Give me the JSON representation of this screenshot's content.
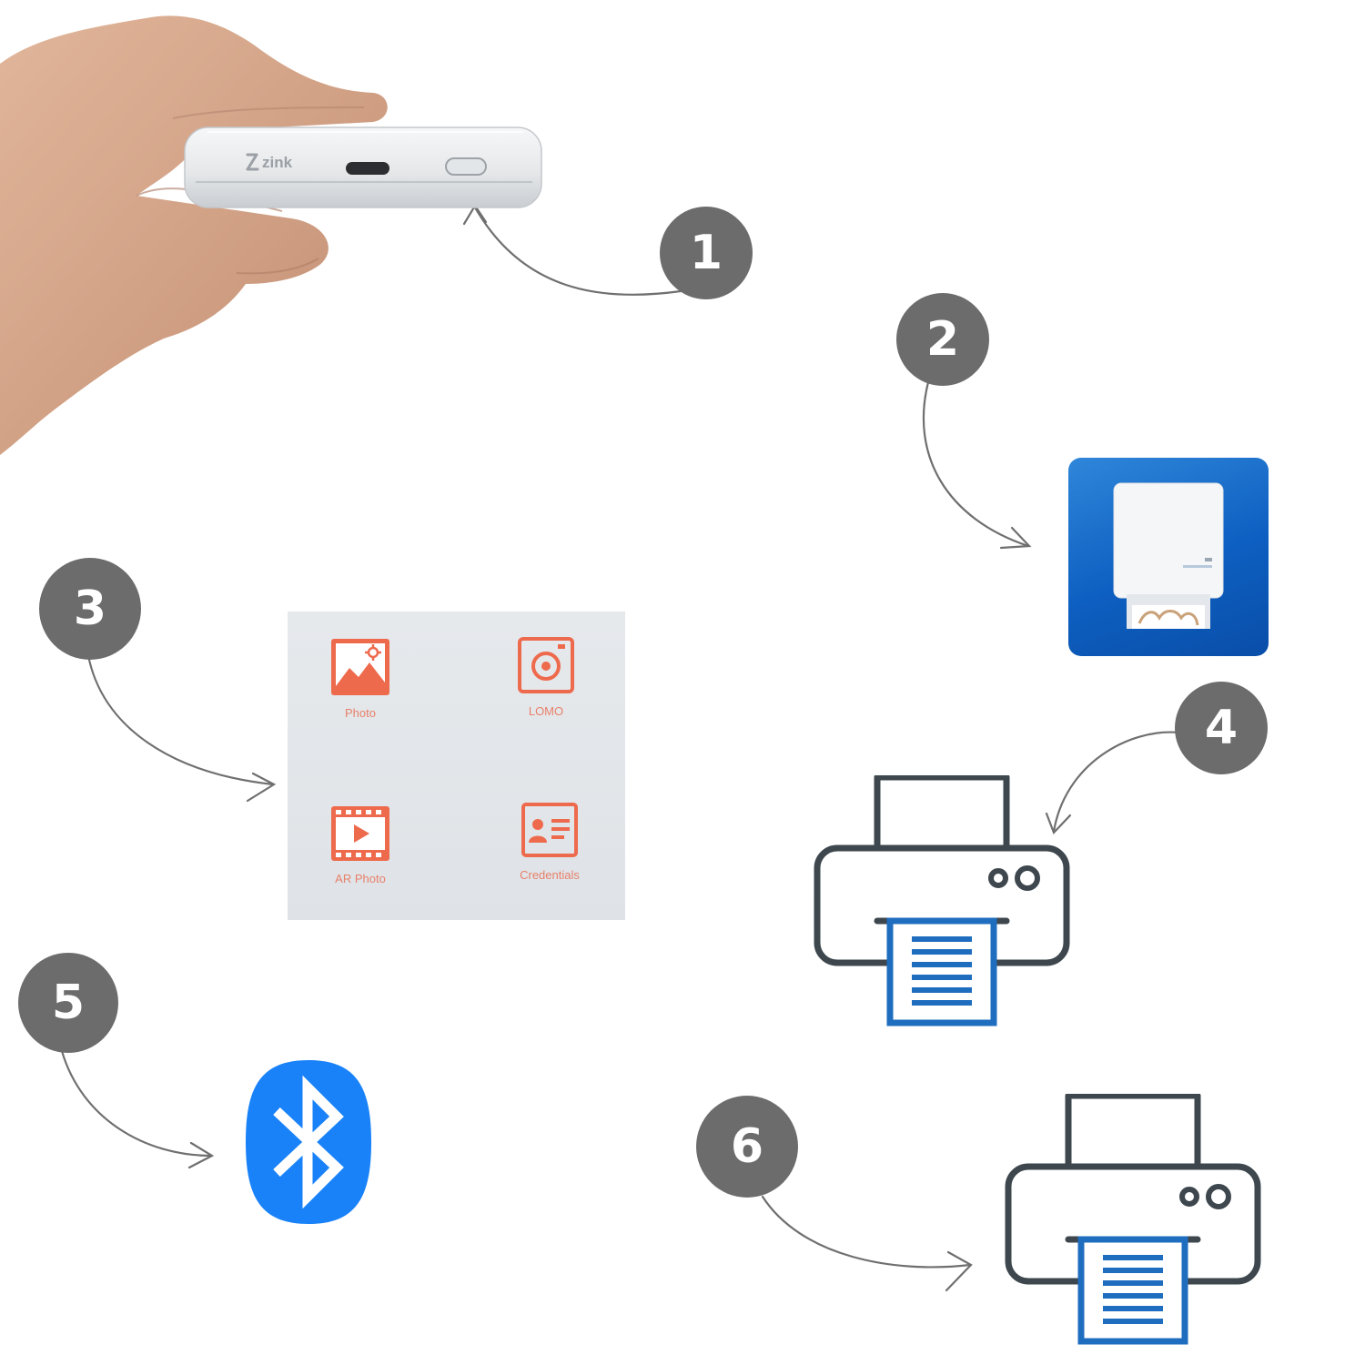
{
  "steps": [
    "1",
    "2",
    "3",
    "4",
    "5",
    "6"
  ],
  "device": {
    "brand": "zink"
  },
  "app_menu": {
    "items": [
      {
        "label": "Photo",
        "icon": "photo-icon"
      },
      {
        "label": "LOMO",
        "icon": "camera-lens-icon"
      },
      {
        "label": "AR Photo",
        "icon": "film-play-icon"
      },
      {
        "label": "Credentials",
        "icon": "id-card-icon"
      }
    ],
    "accent": "#ee6a4d"
  },
  "icons": {
    "printer_app": "printer-app-icon",
    "bluetooth": "bluetooth-icon",
    "printer": "printer-icon"
  },
  "colors": {
    "step_badge": "#6c6c6c",
    "printer_outline": "#3d474d",
    "printer_paper": "#1f6dbf",
    "bluetooth": "#1982f9"
  }
}
